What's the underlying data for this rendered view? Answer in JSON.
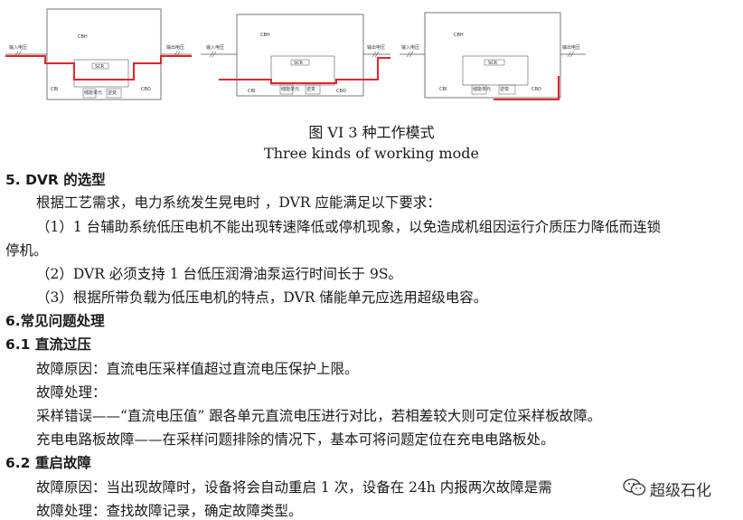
{
  "diagrams": {
    "labels": {
      "cbh": "CBH",
      "cbi": "CBI",
      "cbo": "CBO",
      "input": "输入电压",
      "output": "输出电压",
      "sw": "SCR",
      "store": "储能单元",
      "inv": "逆变"
    }
  },
  "caption": {
    "cn": "图 VI   3 种工作模式",
    "en": "Three kinds of working mode"
  },
  "content": {
    "s5_title": "5. DVR 的选型",
    "s5_intro": "根据工艺需求，电力系统发生晃电时 ，DVR 应能满足以下要求：",
    "s5_req1a": "（1）1 台辅助系统低压电机不能出现转速降低或停机现象，以免造成机组因运行介质压力降低而连锁",
    "s5_req1b": "停机。",
    "s5_req2": "（2）DVR 必须支持 1 台低压润滑油泵运行时间长于 9S。",
    "s5_req3": "（3）根据所带负载为低压电机的特点，DVR 储能单元应选用超级电容。",
    "s6_title": "6.常见问题处理",
    "s61_title": "6.1 直流过压",
    "s61_cause": "故障原因：直流电压采样值超过直流电压保护上限。",
    "s61_fix": "故障处理：",
    "s61_fix1": "采样错误——“直流电压值” 跟各单元直流电压进行对比，若相差较大则可定位采样板故障。",
    "s61_fix2": "充电电路板故障——在采样问题排除的情况下，基本可将问题定位在充电电路板处。",
    "s62_title": "6.2 重启故障",
    "s62_cause": "故障原因：当出现故障时，设备将会自动重启 1 次，设备在 24h 内报两次故障是需",
    "s62_fix": "故障处理：查找故障记录，确定故障类型。"
  },
  "watermark": {
    "text": "超级石化",
    "icon": "wechat-icon"
  },
  "colors": {
    "path": "#e0262c",
    "line": "#555555"
  }
}
